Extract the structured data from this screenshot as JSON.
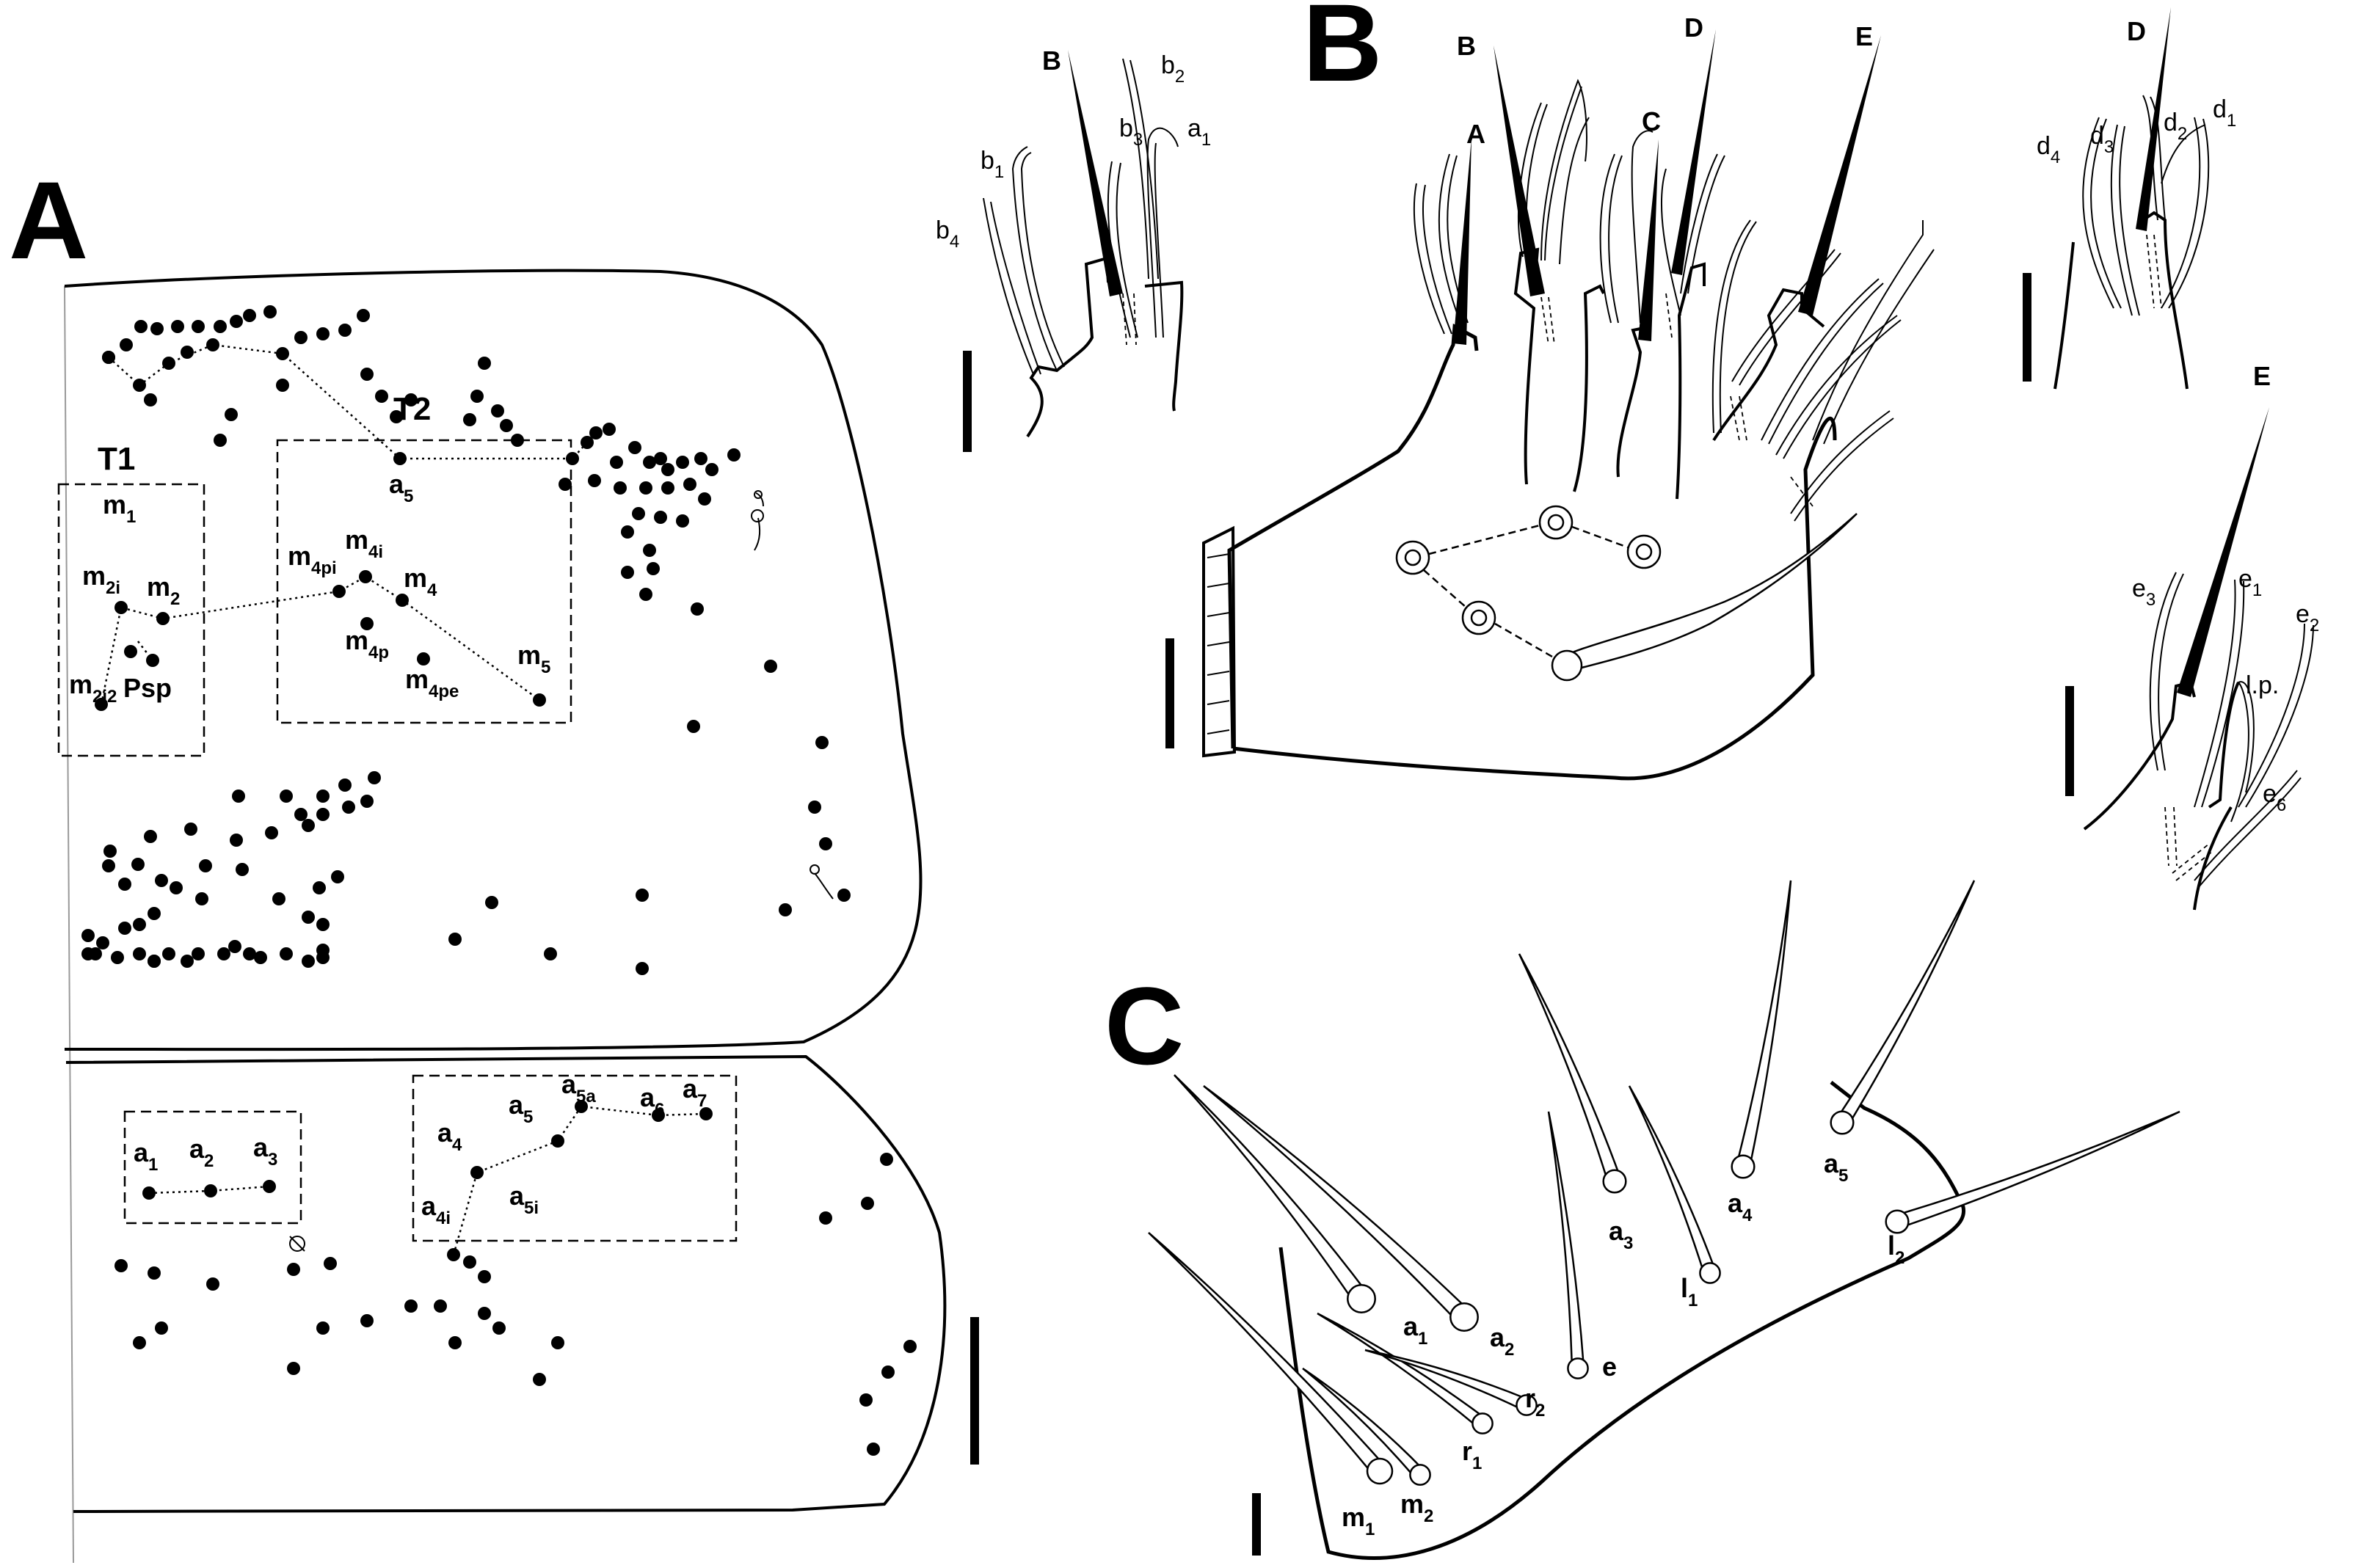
{
  "figure": {
    "panels": [
      "A",
      "B",
      "C"
    ],
    "panel_a": {
      "groups": [
        "T1",
        "T2"
      ],
      "chaetae_t1": {
        "m1": [
          "m",
          "1"
        ],
        "m2i": [
          "m",
          "2i"
        ],
        "m2": [
          "m",
          "2"
        ],
        "m2i2": [
          "m",
          "2i2"
        ],
        "psp": "Psp"
      },
      "chaetae_t2": {
        "a5": [
          "a",
          "5"
        ],
        "m4pi": [
          "m",
          "4pi"
        ],
        "m4i": [
          "m",
          "4i"
        ],
        "m4": [
          "m",
          "4"
        ],
        "m4p": [
          "m",
          "4p"
        ],
        "m4pe": [
          "m",
          "4pe"
        ],
        "m5": [
          "m",
          "5"
        ]
      },
      "lower_segment": {
        "a1": [
          "a",
          "1"
        ],
        "a2": [
          "a",
          "2"
        ],
        "a3": [
          "a",
          "3"
        ],
        "a4": [
          "a",
          "4"
        ],
        "a5": [
          "a",
          "5"
        ],
        "a5a": [
          "a",
          "5a"
        ],
        "a6": [
          "a",
          "6"
        ],
        "a7": [
          "a",
          "7"
        ],
        "a4i": [
          "a",
          "4i"
        ],
        "a5i": [
          "a",
          "5i"
        ]
      }
    },
    "panel_b": {
      "main_setae": [
        "A",
        "B",
        "C",
        "D",
        "E"
      ],
      "detail_b": {
        "B": "B",
        "b1": [
          "b",
          "1"
        ],
        "b2": [
          "b",
          "2"
        ],
        "b3": [
          "b",
          "3"
        ],
        "b4": [
          "b",
          "4"
        ],
        "a1": [
          "a",
          "1"
        ]
      },
      "detail_d": {
        "D": "D",
        "d1": [
          "d",
          "1"
        ],
        "d2": [
          "d",
          "2"
        ],
        "d3": [
          "d",
          "3"
        ],
        "d4": [
          "d",
          "4"
        ]
      },
      "detail_e": {
        "E": "E",
        "e1": [
          "e",
          "1"
        ],
        "e2": [
          "e",
          "2"
        ],
        "e3": [
          "e",
          "3"
        ],
        "e6": [
          "e",
          "6"
        ],
        "lp": "l.p."
      }
    },
    "panel_c": {
      "setae": {
        "a1": [
          "a",
          "1"
        ],
        "a2": [
          "a",
          "2"
        ],
        "a3": [
          "a",
          "3"
        ],
        "a4": [
          "a",
          "4"
        ],
        "a5": [
          "a",
          "5"
        ],
        "e": "e",
        "l1": [
          "l",
          "1"
        ],
        "l2": [
          "l",
          "2"
        ],
        "r1": [
          "r",
          "1"
        ],
        "r2": [
          "r",
          "2"
        ],
        "m1": [
          "m",
          "1"
        ],
        "m2": [
          "m",
          "2"
        ]
      }
    },
    "colors": {
      "ink": "#000000",
      "paper": "#ffffff",
      "axis_line": "#999999"
    }
  }
}
